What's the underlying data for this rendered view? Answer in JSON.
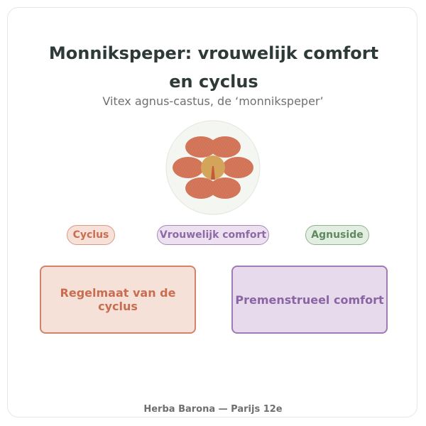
{
  "title": "Monnikspeper: vrouwelijk comfort en cyclus",
  "subtitle": "Vitex agnus-castus, de ‘monnikspeper’",
  "tags": {
    "cyclus": "Cyclus",
    "comfort": "Vrouwelijk comfort",
    "agnuside": "Agnuside"
  },
  "boxes": {
    "left": "Regelmaat van de cyclus",
    "right": "Premenstrueel comfort"
  },
  "footer": "Herba Barona — Parijs 12e",
  "colors": {
    "petal": "#d4775a",
    "center": "#d4a45a",
    "stamen": "#c45a3a",
    "circle_bg": "#f4f6f2",
    "cyclus_accent": "#c96d51",
    "comfort_accent": "#8d6aa5",
    "agnuside_accent": "#5f8a60"
  },
  "icons": {
    "emblem": "flower-icon"
  }
}
